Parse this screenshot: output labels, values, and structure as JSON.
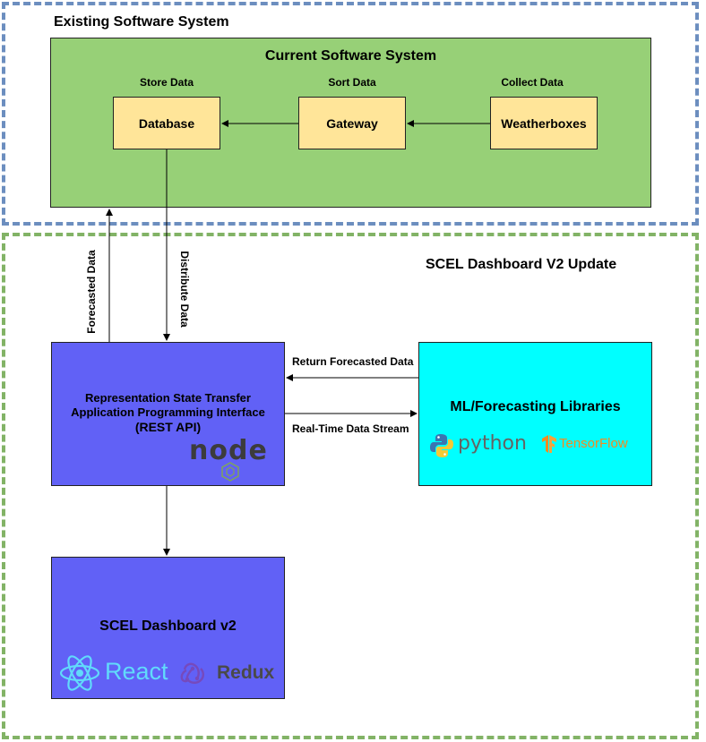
{
  "existing_system": {
    "title": "Existing Software System",
    "current_system_title": "Current Software System",
    "nodes": {
      "database": {
        "label": "Database",
        "caption": "Store Data"
      },
      "gateway": {
        "label": "Gateway",
        "caption": "Sort Data"
      },
      "weatherboxes": {
        "label": "Weatherboxes",
        "caption": "Collect Data"
      }
    }
  },
  "update_section": {
    "title": "SCEL Dashboard V2 Update",
    "rest_api": {
      "line1": "Representation State Transfer",
      "line2": "Application Programming Interface",
      "line3": "(REST API)",
      "logo_text": "node"
    },
    "ml": {
      "title": "ML/Forecasting Libraries",
      "python_text": "python",
      "tensorflow_text": "TensorFlow"
    },
    "dashboard": {
      "title": "SCEL Dashboard v2",
      "react_text": "React",
      "redux_text": "Redux"
    }
  },
  "edges": {
    "forecasted_data": "Forecasted Data",
    "distribute_data": "Distribute Data",
    "return_forecasted": "Return Forecasted Data",
    "realtime_stream": "Real-Time Data Stream"
  },
  "colors": {
    "existing_frame": "#6c8ebf",
    "update_frame": "#82b366",
    "current_system_fill": "#97d077",
    "node_fill": "#ffe599",
    "api_fill": "#6161f6",
    "ml_fill": "#00ffff"
  },
  "icons": [
    "node-logo-icon",
    "python-logo-icon",
    "tensorflow-logo-icon",
    "react-logo-icon",
    "redux-logo-icon"
  ]
}
